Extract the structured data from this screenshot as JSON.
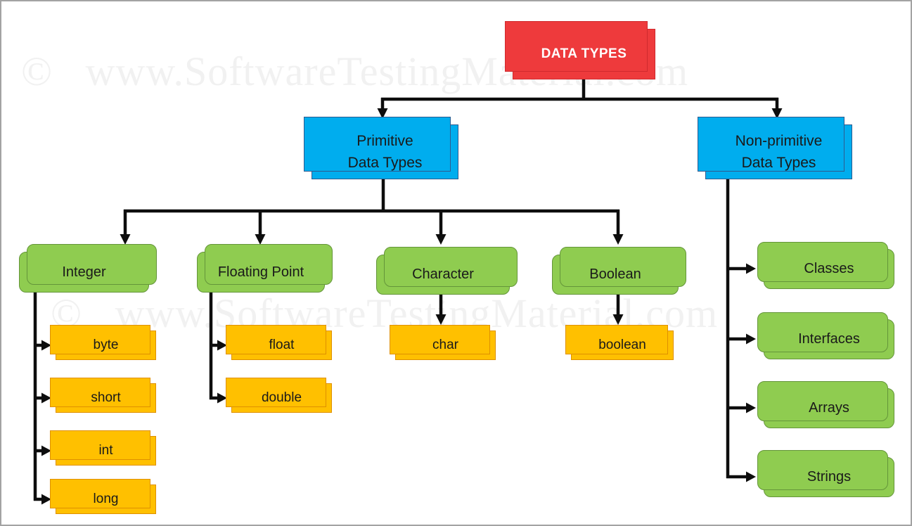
{
  "diagram": {
    "watermark_text": "©   www.SoftwareTestingMaterial.com",
    "root": {
      "label": "DATA TYPES"
    },
    "level1": [
      {
        "label_lines": [
          "Primitive",
          "Data Types"
        ]
      },
      {
        "label_lines": [
          "Non-primitive",
          "Data Types"
        ]
      }
    ],
    "primitive_categories": [
      {
        "label": "Integer",
        "children": [
          "byte",
          "short",
          "int",
          "long"
        ]
      },
      {
        "label": "Floating Point",
        "children": [
          "float",
          "double"
        ]
      },
      {
        "label": "Character",
        "children": [
          "char"
        ]
      },
      {
        "label": "Boolean",
        "children": [
          "boolean"
        ]
      }
    ],
    "non_primitive_types": [
      "Classes",
      "Interfaces",
      "Arrays",
      "Strings"
    ],
    "colors": {
      "root_red": "#ee3a3c",
      "level1_blue": "#00adee",
      "category_green": "#8fcc50",
      "leaf_orange": "#ffc000",
      "connector_black": "#0d0d0d",
      "watermark_gray": "#f1f1f1"
    }
  }
}
